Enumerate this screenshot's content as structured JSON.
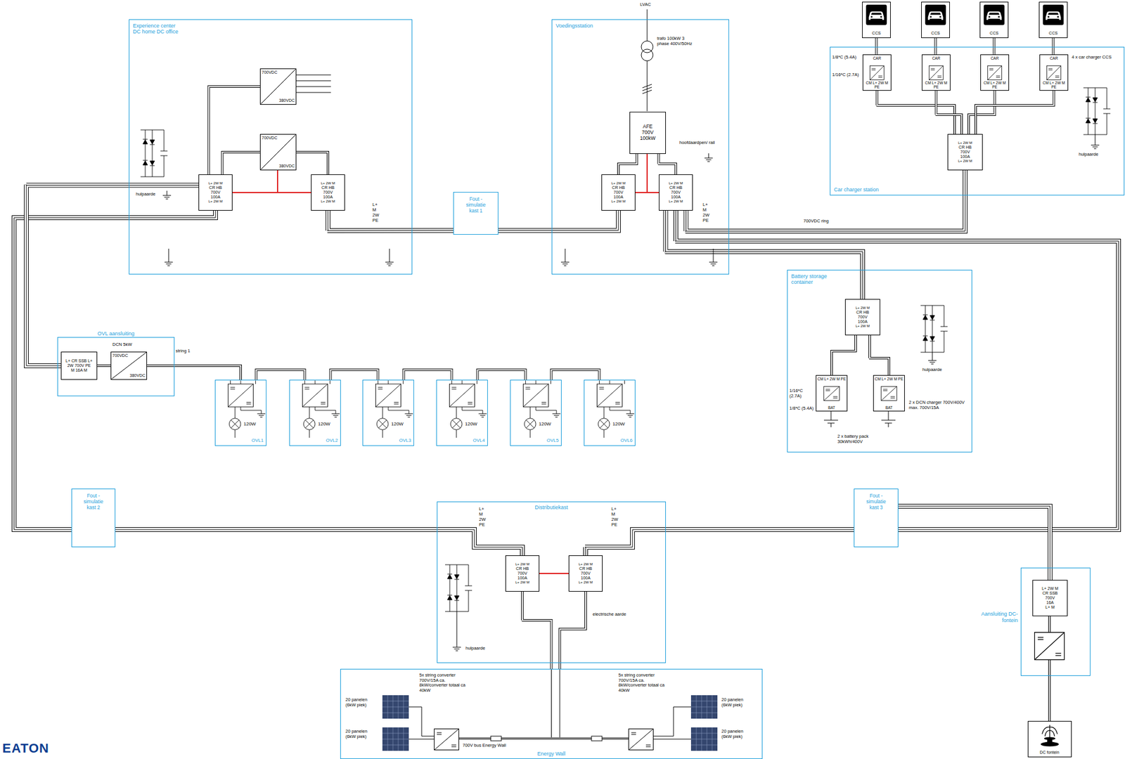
{
  "diagram": {
    "nodes": [
      {
        "text": [
          "Experience center DC home DC office"
        ]
      },
      {
        "text": [
          "700VDC",
          "380VDC"
        ],
        "in": 0
      },
      {
        "text": [
          "700VDC",
          "380VDC"
        ],
        "in": 0
      },
      {
        "text": [
          "L+ 2W M",
          "CR HB",
          "700V",
          "100A",
          "L+ 2W M"
        ],
        "in": 0
      },
      {
        "text": [
          "L+ 2W M",
          "CR HB",
          "700V",
          "100A",
          "L+ 2W M"
        ],
        "in": 0
      },
      {
        "text": [
          "Voedingsstation"
        ]
      },
      {
        "text": [
          "AFE",
          "700V",
          "100kW"
        ],
        "in": 5
      },
      {
        "text": [
          "L+ 2W M",
          "CR HB",
          "700V",
          "100A",
          "L+ 2W M"
        ],
        "in": 5
      },
      {
        "text": [
          "L+ 2W M",
          "CR HB",
          "700V",
          "100A",
          "L+ 2W M"
        ],
        "in": 5
      },
      {
        "text": [
          "Car charger station"
        ]
      },
      {
        "text": [
          "CCS"
        ]
      },
      {
        "text": [
          "CCS"
        ]
      },
      {
        "text": [
          "CCS"
        ]
      },
      {
        "text": [
          "CCS"
        ]
      },
      {
        "text": [
          "CAR",
          "CM L+ 2W M PE"
        ],
        "in": 9
      },
      {
        "text": [
          "CAR",
          "CM L+ 2W M PE"
        ],
        "in": 9
      },
      {
        "text": [
          "CAR",
          "CM L+ 2W M PE"
        ],
        "in": 9
      },
      {
        "text": [
          "CAR",
          "CM L+ 2W M PE"
        ],
        "in": 9
      },
      {
        "text": [
          "L+ 2W M",
          "CR HB",
          "700V",
          "100A",
          "L+ 2W M"
        ],
        "in": 9
      },
      {
        "text": [
          "Fout - simulatie kast 1"
        ]
      },
      {
        "text": [
          "OVL aansluiting"
        ]
      },
      {
        "text": [
          "L+ CR SSB L+",
          "2W 700V PE",
          "M 16A M"
        ],
        "in": 20
      },
      {
        "text": [
          "700VDC",
          "380VDC"
        ],
        "in": 20
      },
      {
        "text": [
          "120W",
          "OVL1"
        ]
      },
      {
        "text": [
          "120W",
          "OVL2"
        ]
      },
      {
        "text": [
          "120W",
          "OVL3"
        ]
      },
      {
        "text": [
          "120W",
          "OVL4"
        ]
      },
      {
        "text": [
          "120W",
          "OVL5"
        ]
      },
      {
        "text": [
          "120W",
          "OVL6"
        ]
      },
      {
        "text": [
          "Battery storage container"
        ]
      },
      {
        "text": [
          "L+ 2W M",
          "CR HB",
          "700V",
          "100A",
          "L+ 2W M"
        ],
        "in": 29
      },
      {
        "text": [
          "CM L+ 2W M PE",
          "BAT"
        ],
        "in": 29
      },
      {
        "text": [
          "CM L+ 2W M PE",
          "BAT"
        ],
        "in": 29
      },
      {
        "text": [
          "Fout - simulatie kast 2"
        ]
      },
      {
        "text": [
          "Fout - simulatie kast 3"
        ]
      },
      {
        "text": [
          "Distributiekast"
        ]
      },
      {
        "text": [
          "L+ 2W M",
          "CR HB",
          "700V",
          "100A",
          "L+ 2W M"
        ],
        "in": 35
      },
      {
        "text": [
          "L+ 2W M",
          "CR HB",
          "700V",
          "100A",
          "L+ 2W M"
        ],
        "in": 35
      },
      {
        "text": [
          "Energy Wall"
        ]
      },
      {
        "text": [
          "Aansluiting DC-fontein"
        ]
      },
      {
        "text": [
          "L+ 2W M",
          "CR SSB",
          "700V",
          "16A",
          "L+ M"
        ],
        "in": 39
      },
      {
        "text": [
          "DC fontein"
        ]
      }
    ],
    "edges": [
      {
        "from": 4,
        "to": 19,
        "arrow": "none"
      },
      {
        "from": 19,
        "to": 7,
        "arrow": "none"
      },
      {
        "from": 3,
        "to": 33,
        "arrow": "none"
      },
      {
        "from": 33,
        "to": 36,
        "arrow": "none"
      },
      {
        "from": 37,
        "to": 34,
        "arrow": "none"
      },
      {
        "from": 34,
        "to": 8,
        "arrow": "none"
      },
      {
        "from": 8,
        "to": 18,
        "arrow": "none"
      },
      {
        "from": 8,
        "to": 30,
        "arrow": "none"
      },
      {
        "from": 34,
        "to": 40,
        "arrow": "none"
      },
      {
        "from": 3,
        "to": 21,
        "arrow": "none"
      },
      {
        "from": 21,
        "to": 22,
        "arrow": "none"
      },
      {
        "from": 22,
        "to": 23,
        "arrow": "none"
      },
      {
        "from": 23,
        "to": 24,
        "arrow": "none"
      },
      {
        "from": 24,
        "to": 25,
        "arrow": "none"
      },
      {
        "from": 25,
        "to": 26,
        "arrow": "none"
      },
      {
        "from": 26,
        "to": 27,
        "arrow": "none"
      },
      {
        "from": 27,
        "to": 28,
        "arrow": "none"
      },
      {
        "from": 3,
        "to": 1,
        "arrow": "none"
      },
      {
        "from": 3,
        "to": 2,
        "arrow": "none"
      },
      {
        "from": 4,
        "to": 2,
        "arrow": "none"
      },
      {
        "from": 3,
        "to": 4,
        "arrow": "none"
      },
      {
        "from": 6,
        "to": 7,
        "arrow": "none"
      },
      {
        "from": 6,
        "to": 8,
        "arrow": "none"
      },
      {
        "from": 7,
        "to": 8,
        "arrow": "none"
      },
      {
        "from": 14,
        "to": 18,
        "arrow": "none"
      },
      {
        "from": 15,
        "to": 18,
        "arrow": "none"
      },
      {
        "from": 16,
        "to": 18,
        "arrow": "none"
      },
      {
        "from": 17,
        "to": 18,
        "arrow": "none"
      },
      {
        "from": 14,
        "to": 10,
        "arrow": "none"
      },
      {
        "from": 15,
        "to": 11,
        "arrow": "none"
      },
      {
        "from": 16,
        "to": 12,
        "arrow": "none"
      },
      {
        "from": 17,
        "to": 13,
        "arrow": "none"
      },
      {
        "from": 30,
        "to": 31,
        "arrow": "none"
      },
      {
        "from": 30,
        "to": 32,
        "arrow": "none"
      },
      {
        "from": 36,
        "to": 37,
        "arrow": "none"
      },
      {
        "from": 36,
        "to": 38,
        "arrow": "none"
      },
      {
        "from": 37,
        "to": 38,
        "arrow": "none"
      },
      {
        "from": 40,
        "to": 41,
        "arrow": "none"
      }
    ],
    "labels": [
      "hulpaarde",
      "L+",
      "M",
      "2W",
      "PE",
      "LVAC",
      "trafo 100kW 3 phase 400V/50Hz",
      "hoofdaardpen/ rail",
      "L+",
      "M",
      "2W",
      "PE",
      "700VDC ring",
      "1/8*C (5.4A)",
      "1/16*C (2.7A)",
      "4 x car charger CCS",
      "hulpaarde",
      "string 1",
      "DCN 5kW",
      "1/16*C (2.7A)",
      "1/8*C (5.4A)",
      "2 x DCN charger 700V/400V max. 700V/15A",
      "2 x battery pack 30kWh/400V",
      "hulpaarde",
      "L+",
      "M",
      "2W",
      "PE",
      "L+",
      "M",
      "2W",
      "PE",
      "electrische aarde",
      "hulpaarde",
      "5x string converter 700V/15A ca. 8kW/converter totaal ca 40kW",
      "5x string converter 700V/15A ca. 8kW/converter totaal ca 40kW",
      "20 panelen (6kW piek)",
      "20 panelen (6kW piek)",
      "20 panelen (6kW piek)",
      "20 panelen (6kW piek)",
      "700V bus Energy Wall",
      "EATON"
    ]
  }
}
